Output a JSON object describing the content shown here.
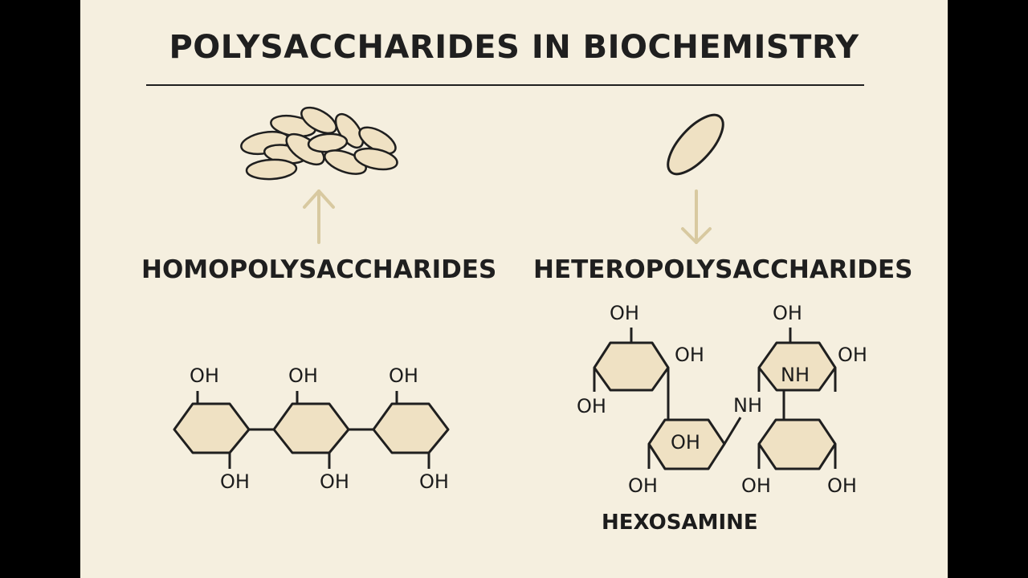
{
  "title": "POLYSACCHARIDES IN BIOCHEMISTRY",
  "left": {
    "heading": "HOMOPOLYSACCHARIDES",
    "labels": {
      "oh_top_1": "OH",
      "oh_top_2": "OH",
      "oh_top_3": "OH",
      "oh_bottom_1": "OH",
      "oh_bottom_2": "OH",
      "oh_bottom_3": "OH"
    }
  },
  "right": {
    "heading": "HETEROPOLYSACCHARIDES",
    "caption": "HEXOSAMINE",
    "labels": {
      "oh_a_top": "OH",
      "oh_a_right": "OH",
      "oh_a_left": "OH",
      "oh_b_top": "OH",
      "oh_b_right": "OH",
      "nh_b_ring": "NH",
      "nh_link": "NH",
      "oh_c_ring": "OH",
      "oh_c_bottom": "OH",
      "oh_d_left": "OH",
      "oh_d_right": "OH"
    }
  },
  "colors": {
    "background": "#f5efdf",
    "ring_fill": "#efe1c3",
    "stroke": "#1f1f1f",
    "arrow": "#d8c9a0"
  }
}
